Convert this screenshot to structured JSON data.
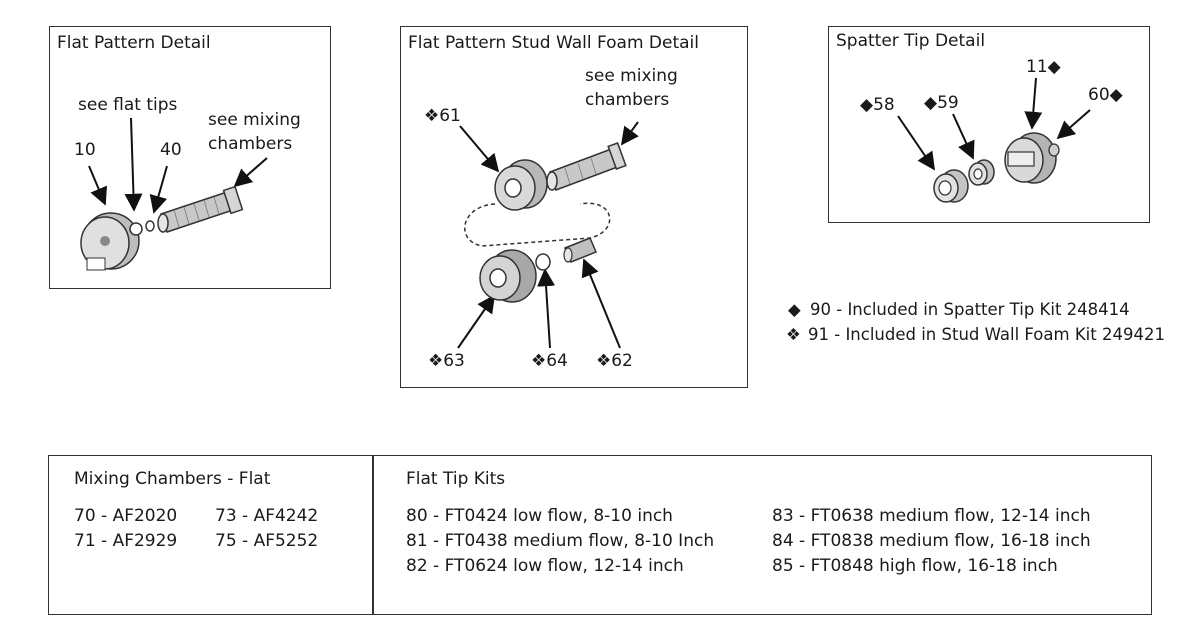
{
  "flat_pattern": {
    "title": "Flat Pattern Detail",
    "labels": [
      "10",
      "see flat tips",
      "40",
      "see mixing",
      "chambers"
    ]
  },
  "stud_wall": {
    "title": "Flat Pattern Stud Wall Foam Detail",
    "labels": [
      "❖61",
      "see mixing",
      "chambers",
      "❖63",
      "❖64",
      "❖62"
    ]
  },
  "spatter": {
    "title": "Spatter Tip Detail",
    "labels": [
      "◆58",
      "◆59",
      "11◆",
      "60◆"
    ]
  },
  "legend": [
    {
      "symbol": "◆",
      "text": "90 - Included in Spatter Tip Kit 248414"
    },
    {
      "symbol": "❖",
      "text": "91 - Included in Stud Wall Foam Kit 249421"
    }
  ],
  "mixing_chambers": {
    "title": "Mixing Chambers - Flat",
    "col1": [
      "70 - AF2020",
      "71 - AF2929"
    ],
    "col2": [
      "73 - AF4242",
      "75 - AF5252"
    ]
  },
  "flat_tip_kits": {
    "title": "Flat Tip Kits",
    "col1": [
      "80 - FT0424 low flow, 8-10 inch",
      "81 - FT0438 medium flow, 8-10 Inch",
      "82 - FT0624 low flow, 12-14 inch"
    ],
    "col2": [
      "83 - FT0638 medium flow, 12-14 inch",
      "84 - FT0838 medium flow, 16-18 inch",
      "85 - FT0848 high flow, 16-18 inch"
    ]
  }
}
